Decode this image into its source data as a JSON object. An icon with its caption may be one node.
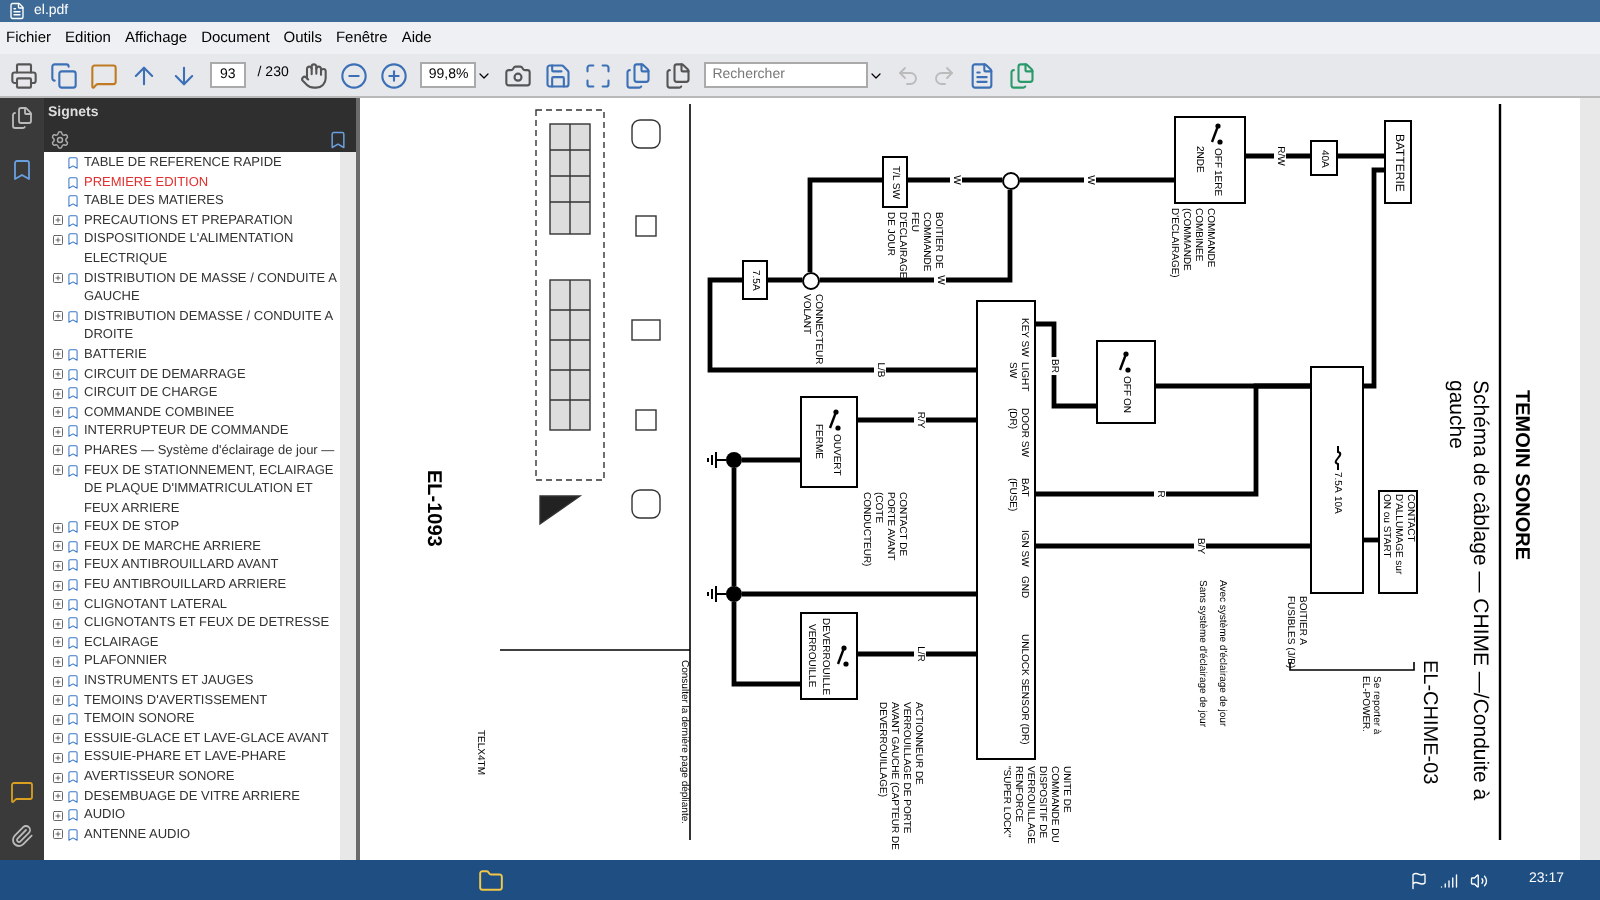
{
  "diagram": {
    "title": "TEMOIN SONORE",
    "nodes": [
      {
        "text": [
          "BATTERIE"
        ]
      },
      {
        "text": [
          "40A"
        ]
      },
      {
        "text": [
          "OFF",
          "1ERE",
          "2NDE"
        ],
        "beside": [
          "COMMANDE COMBINEE (COMMANDE D'ECLAIRAGE)"
        ]
      },
      {
        "text": [
          "7.5A",
          "10A"
        ],
        "beside": [
          "BOITIER A FUSIBLES (J/B)"
        ]
      },
      {
        "text": [
          "CONTACT D'ALLUMAGE sur ON ou START"
        ]
      },
      {
        "text": [
          "OFF",
          "ON"
        ]
      },
      {
        "text": [
          "KEY SW",
          "LIGHT SW",
          "DOOR SW (DR)",
          "BAT (FUSE)",
          "IGN SW",
          "GND",
          "UNLOCK SENSOR (DR)"
        ],
        "beside": [
          "UNITE DE COMMANDE DU DISPOSITIF DE VERROUILLAGE RENFORCE \"SUPER LOCK\""
        ]
      },
      {
        "text": [
          "T/L SW"
        ],
        "beside": [
          "BOITIER DE COMMANDE FEU D'ECLAIRAGE DE JOUR"
        ]
      },
      {
        "text": [
          "7.5A"
        ]
      },
      {
        "text": [],
        "shape": "circle",
        "beside": [
          "CONNECTEUR VOLANT"
        ]
      },
      {
        "text": [
          "OUVERT",
          "FERME"
        ],
        "beside": [
          "CONTACT DE PORTE AVANT (COTE CONDUCTEUR)"
        ]
      },
      {
        "text": [
          "DEVERROUILLE",
          "VERROUILLE"
        ],
        "beside": [
          "ACTIONNEUR DE VERROUILLAGE DE PORTE AVANT GAUCHE (CAPTEUR DE DEVERROUILLAGE)"
        ]
      },
      {
        "text": [],
        "shape": "dot"
      },
      {
        "text": [],
        "shape": "dot"
      },
      {
        "text": [],
        "shape": "circle"
      }
    ],
    "edges": [
      {
        "from": 0,
        "to": 1,
        "arrow": "none"
      },
      {
        "from": 1,
        "to": 2,
        "arrow": "none",
        "label": "R/W"
      },
      {
        "from": 0,
        "to": 3,
        "arrow": "none"
      },
      {
        "from": 2,
        "to": 14,
        "arrow": "none",
        "label": "W"
      },
      {
        "from": 14,
        "to": 7,
        "arrow": "none",
        "label": "W"
      },
      {
        "from": 14,
        "to": 9,
        "arrow": "none",
        "label": "W"
      },
      {
        "from": 7,
        "to": 9,
        "arrow": "none"
      },
      {
        "from": 9,
        "to": 8,
        "arrow": "none"
      },
      {
        "from": 8,
        "to": 6,
        "arrow": "none",
        "label": "L/B"
      },
      {
        "from": 3,
        "to": 5,
        "arrow": "none"
      },
      {
        "from": 5,
        "to": 6,
        "arrow": "none",
        "label": "BR"
      },
      {
        "from": 3,
        "to": 6,
        "arrow": "none",
        "label": "R"
      },
      {
        "from": 3,
        "to": 6,
        "arrow": "none",
        "label": "B/Y"
      },
      {
        "from": 4,
        "to": 3,
        "arrow": "none"
      },
      {
        "from": 10,
        "to": 6,
        "arrow": "none",
        "label": "R/Y"
      },
      {
        "from": 10,
        "to": 12,
        "arrow": "none"
      },
      {
        "from": 6,
        "to": 13,
        "arrow": "none"
      },
      {
        "from": 11,
        "to": 6,
        "arrow": "none",
        "label": "L/R"
      },
      {
        "from": 11,
        "to": 13,
        "arrow": "none"
      },
      {
        "from": 12,
        "to": 13,
        "arrow": "none"
      }
    ],
    "labels": [
      "el.pdf",
      "Fichier",
      "Edition",
      "Affichage",
      "Document",
      "Outils",
      "Fenêtre",
      "Aide",
      "93",
      "/ 230",
      "99,8%",
      "Rechercher",
      "Signets",
      "TABLE DE REFERENCE RAPIDE",
      "PREMIERE EDITION",
      "TABLE DES MATIERES",
      "PRECAUTIONS ET PREPARATION",
      "DISPOSITIONDE L'ALIMENTATION ELECTRIQUE",
      "DISTRIBUTION DE MASSE / CONDUITE A GAUCHE",
      "DISTRIBUTION DEMASSE / CONDUITE A DROITE",
      "BATTERIE",
      "CIRCUIT DE DEMARRAGE",
      "CIRCUIT DE CHARGE",
      "COMMANDE COMBINEE",
      "INTERRUPTEUR DE COMMANDE",
      "PHARES — Système d'éclairage de jour —",
      "FEUX DE STATIONNEMENT, ECLAIRAGE DE PLAQUE D'IMMATRICULATION ET FEUX ARRIERE",
      "FEUX DE STOP",
      "FEUX DE MARCHE ARRIERE",
      "FEUX ANTIBROUILLARD AVANT",
      "FEU ANTIBROUILLARD ARRIERE",
      "CLIGNOTANT LATERAL",
      "CLIGNOTANTS ET FEUX DE DETRESSE",
      "ECLAIRAGE",
      "PLAFONNIER",
      "INSTRUMENTS ET JAUGES",
      "TEMOINS D'AVERTISSEMENT",
      "TEMOIN SONORE",
      "ESSUIE-GLACE ET LAVE-GLACE AVANT",
      "ESSUIE-PHARE ET LAVE-PHARE",
      "AVERTISSEUR SONORE",
      "DESEMBUAGE DE VITRE ARRIERE",
      "AUDIO",
      "ANTENNE AUDIO",
      "Schéma de câblage — CHIME —/Conduite à gauche",
      "EL-CHIME-03",
      "Se reporter à EL-POWER.",
      "Sans système d'éclairage de jour",
      "Avec système d'éclairage de jour",
      "Consulter la dernière page dépliante.",
      "EL-1093",
      "TELX4TM",
      "23:17"
    ]
  }
}
